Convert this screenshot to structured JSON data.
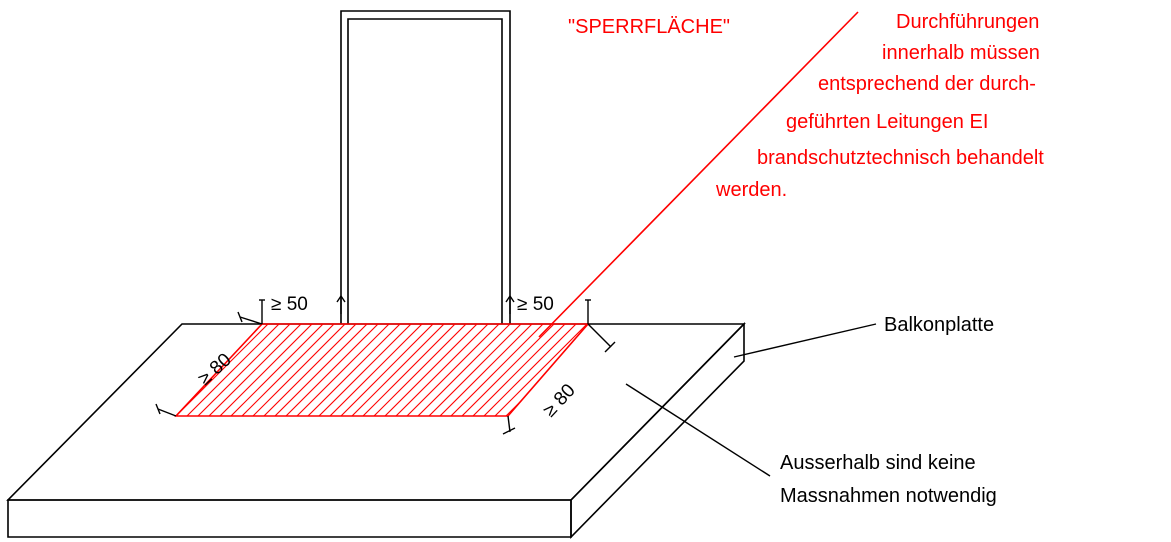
{
  "labels": {
    "sperrflaeche": "\"SPERRFLÄCHE\"",
    "note_lines": [
      "Durchführungen",
      "innerhalb müssen",
      "entsprechend der durch-",
      "geführten Leitungen EI",
      "brandschutztechnisch behandelt",
      "werden."
    ],
    "balkonplatte": "Balkonplatte",
    "outside_lines": [
      "Ausserhalb sind keine",
      "Massnahmen notwendig"
    ]
  },
  "dimensions": {
    "top_left": "≥ 50",
    "top_right": "≥ 50",
    "side_left": "≥ 80",
    "side_right": "≥ 80"
  },
  "colors": {
    "annotation": "#ff0000",
    "lines": "#000000",
    "background": "#ffffff"
  }
}
